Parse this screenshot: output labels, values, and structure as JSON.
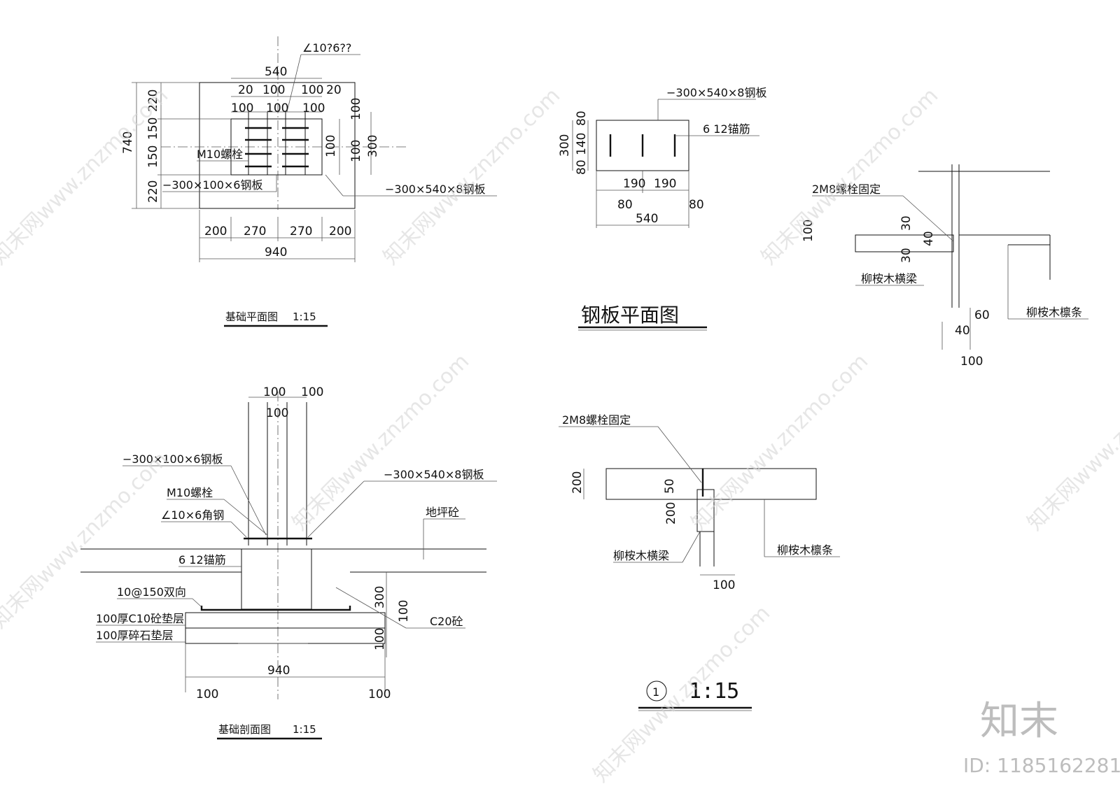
{
  "plan": {
    "title": "基础平面图",
    "scale": "1:15",
    "angle_label": "∠10?6??",
    "dims_top": [
      "540",
      "20",
      "100",
      "100",
      "20",
      "100",
      "100",
      "100"
    ],
    "dims_left": [
      "740",
      "220",
      "150",
      "150",
      "220"
    ],
    "dims_bottom": [
      "200",
      "270",
      "270",
      "200",
      "940"
    ],
    "dims_right": [
      "100",
      "100",
      "100",
      "300"
    ],
    "bolt": "M10螺栓",
    "plate_small": "−300×100×6钢板",
    "plate_large": "−300×540×8钢板"
  },
  "steel_plate": {
    "title": "钢板平面图",
    "plate": "−300×540×8钢板",
    "anchor": "6 12锚筋",
    "dims_left": [
      "80",
      "140",
      "80",
      "300"
    ],
    "dims_bottom": [
      "190",
      "190",
      "80",
      "80",
      "540"
    ]
  },
  "joint_top": {
    "bolt_fix": "2M8螺栓固定",
    "beam": "柳桉木横梁",
    "purlin": "柳桉木檩条",
    "dims": [
      "100",
      "30",
      "40",
      "30",
      "60",
      "40",
      "100"
    ]
  },
  "section": {
    "title": "基础剖面图",
    "scale": "1:15",
    "dims_top": [
      "100",
      "100",
      "100"
    ],
    "plate_small": "−300×100×6钢板",
    "plate_large": "−300×540×8钢板",
    "bolt": "M10螺栓",
    "angle": "∠10×6角钢",
    "floor": "地坪砼",
    "anchor": "6 12锚筋",
    "rebar": "10@150双向",
    "c10": "100厚C10砼垫层",
    "gravel": "100厚碎石垫层",
    "c20": "C20砼",
    "dims_right": [
      "300",
      "100",
      "100"
    ],
    "dims_bottom": [
      "940",
      "100",
      "100"
    ]
  },
  "joint_bottom": {
    "bolt_fix": "2M8螺栓固定",
    "beam": "柳桉木横梁",
    "purlin": "柳桉木檩条",
    "dims": [
      "200",
      "50",
      "200",
      "100"
    ],
    "circle": "1",
    "scale": "1:15"
  },
  "watermark": {
    "text": "知末网www.znzmo.com",
    "logo": "知末",
    "id": "ID: 1185162281"
  }
}
